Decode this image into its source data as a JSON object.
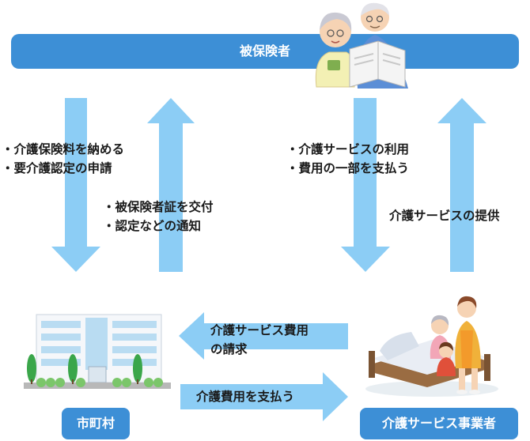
{
  "nodes": {
    "insured": "被保険者",
    "municipality": "市町村",
    "provider": "介護サービス事業者"
  },
  "flows": {
    "insured_to_city": [
      "・介護保険料を納める",
      "・要介護認定の申請"
    ],
    "city_to_insured": [
      "・被保険者証を交付",
      "・認定などの通知"
    ],
    "insured_to_provider": [
      "・介護サービスの利用",
      "・費用の一部を支払う"
    ],
    "provider_to_insured": [
      "介護サービスの提供"
    ],
    "provider_to_city": [
      "介護サービス費用",
      "の請求"
    ],
    "city_to_provider": [
      "介護費用を支払う"
    ]
  },
  "colors": {
    "bar": "#3d8fd6",
    "arrow": "#8ccdf5"
  }
}
